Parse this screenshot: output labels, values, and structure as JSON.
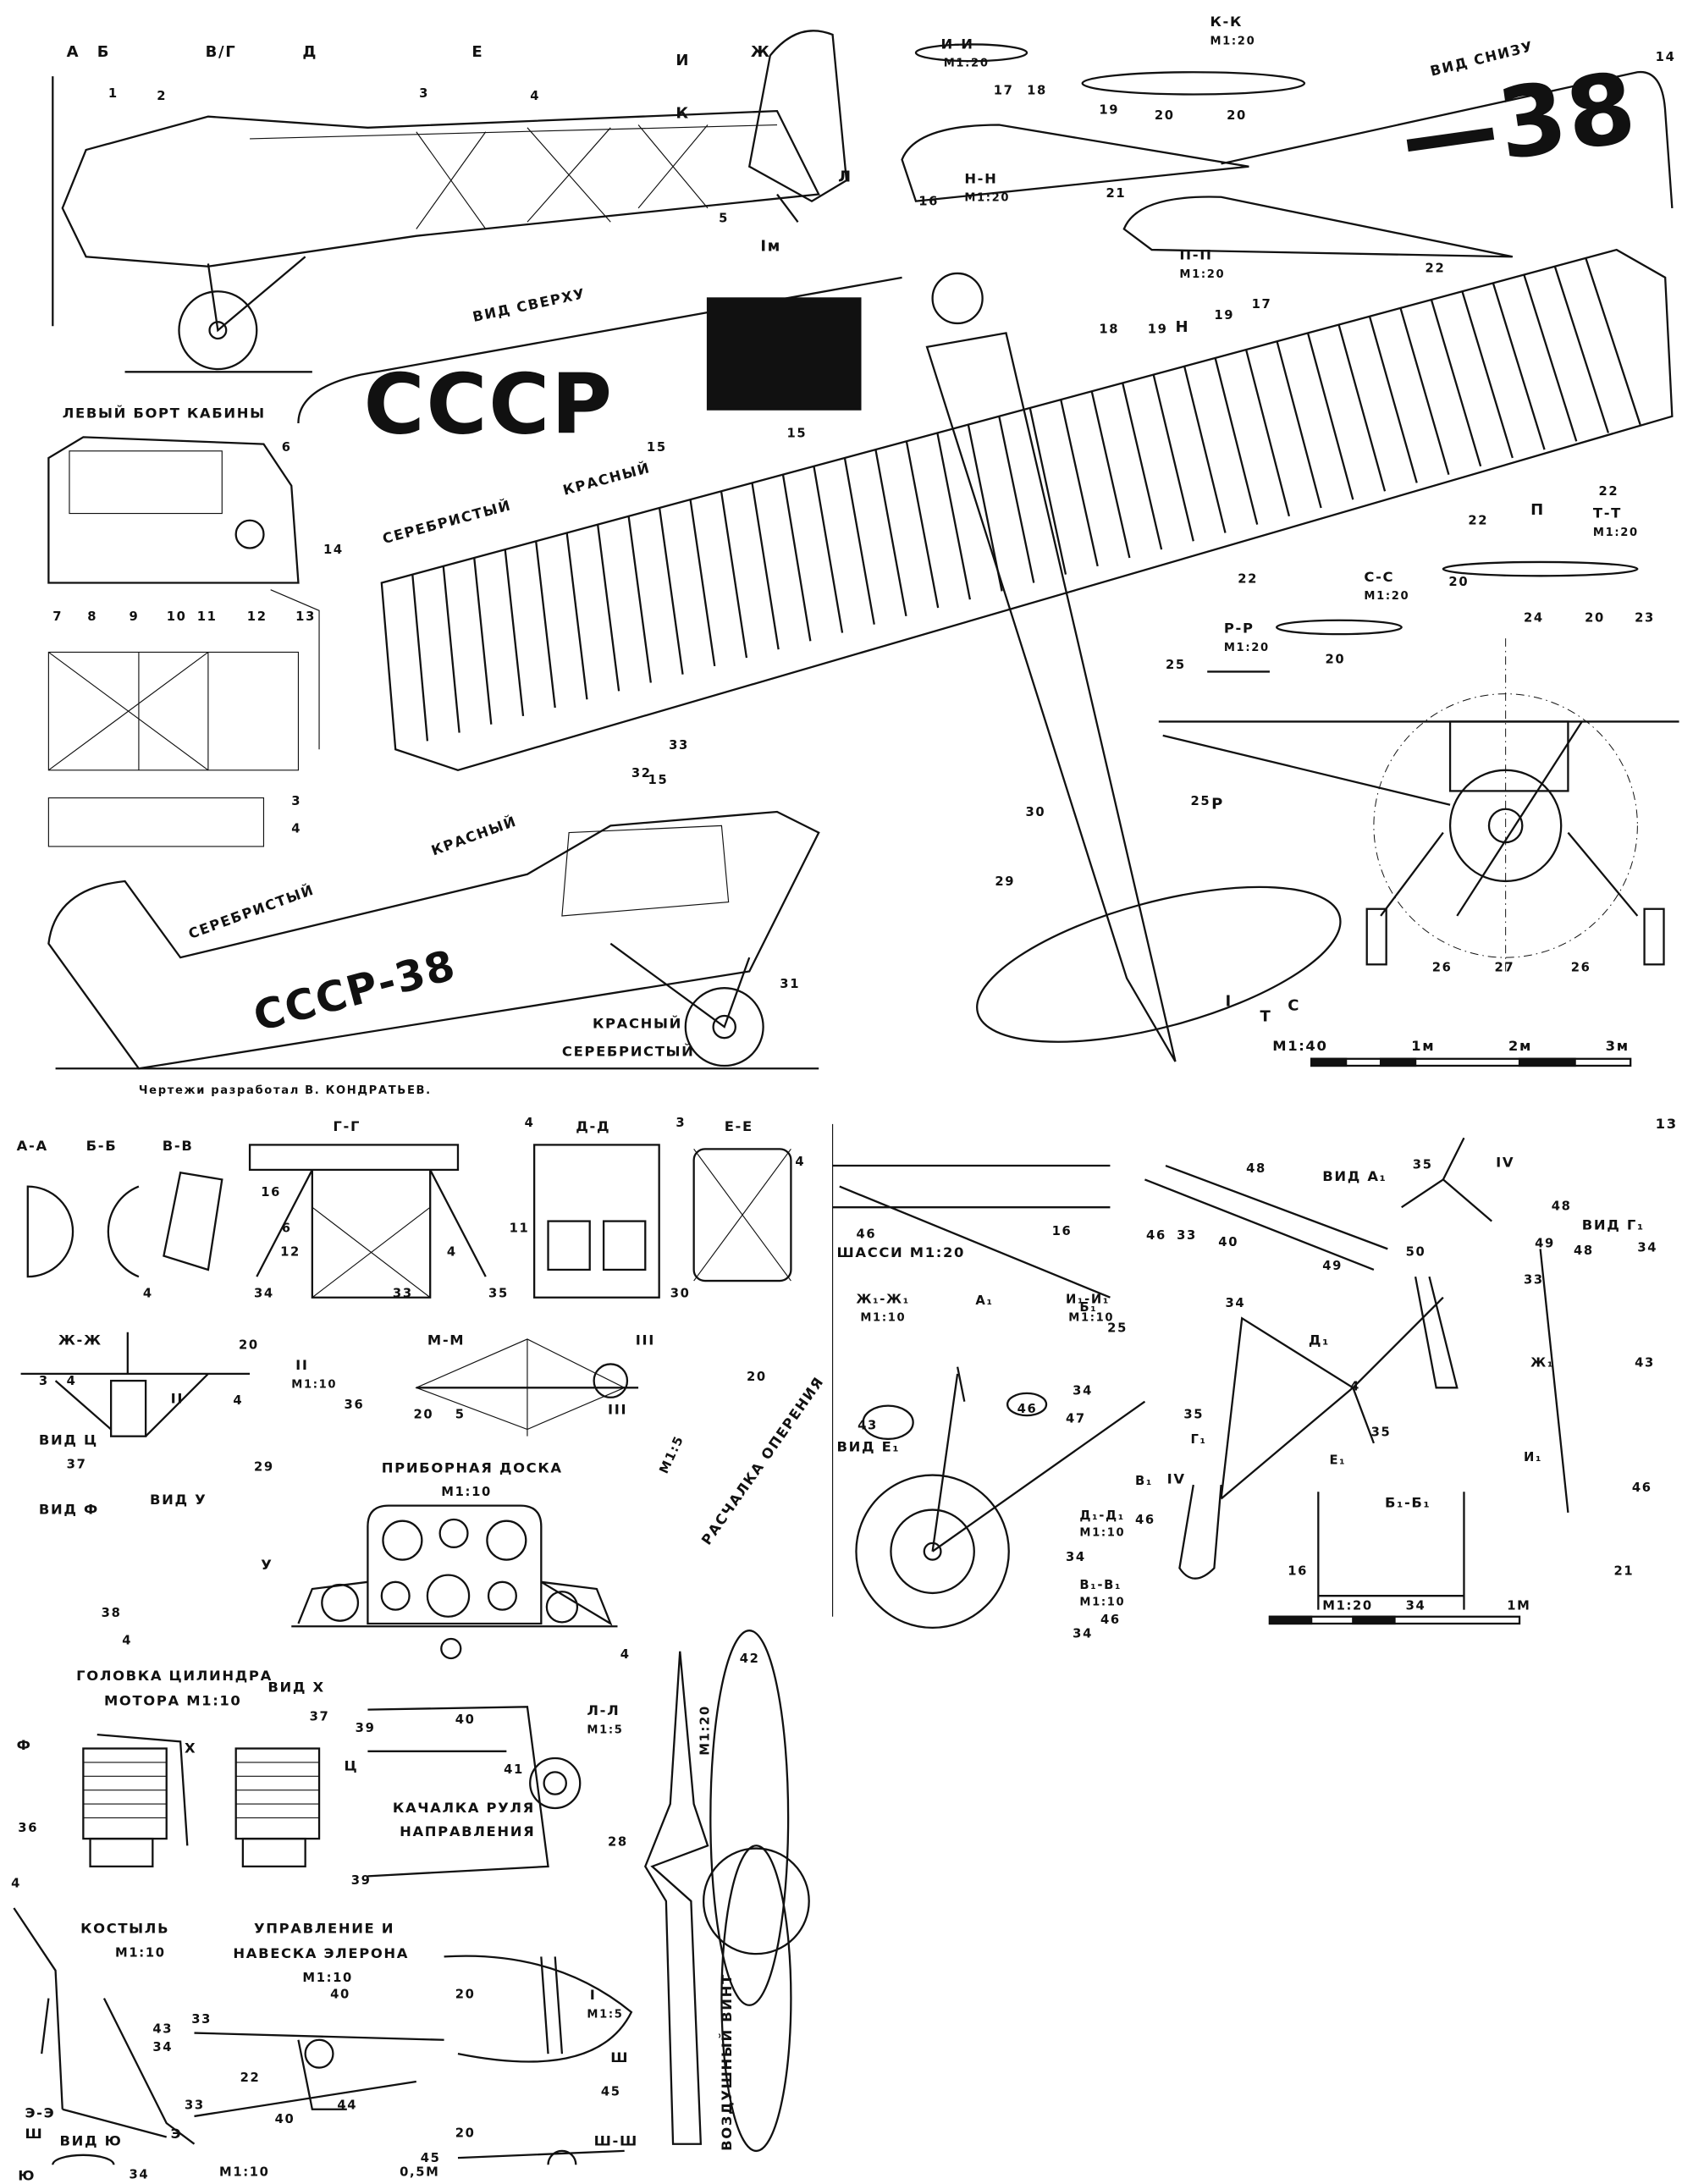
{
  "labels": [
    "А",
    "Б",
    "В/Г",
    "Д",
    "Е",
    "И",
    "Ж",
    "К",
    "Л",
    "1",
    "2",
    "3",
    "4",
    "5",
    "ВИД СВЕРХУ",
    "ЛЕВЫЙ БОРТ КАБИНЫ",
    "6",
    "7",
    "8",
    "9",
    "10",
    "11",
    "12",
    "13",
    "14",
    "3",
    "4",
    "СССР",
    "СЕРЕБРИСТЫЙ",
    "КРАСНЫЙ",
    "15",
    "15",
    "15",
    "33",
    "32",
    "И-И",
    "М1:20",
    "К-К",
    "М1:20",
    "ВИД СНИЗУ",
    "—38",
    "14",
    "17",
    "18",
    "19",
    "20",
    "20",
    "16",
    "Н-Н",
    "М1:20",
    "21",
    "П-П",
    "М1:20",
    "22",
    "Iм",
    "18",
    "19",
    "19",
    "17",
    "Н",
    "22",
    "П",
    "22",
    "22",
    "Т-Т",
    "М1:20",
    "С-С",
    "М1:20",
    "20",
    "24",
    "20",
    "23",
    "Р-Р",
    "М1:20",
    "20",
    "25",
    "25",
    "Р",
    "30",
    "29",
    "26",
    "27",
    "26",
    "I",
    "Т",
    "С",
    "М1:40",
    "1м",
    "2м",
    "3м",
    "СЕРЕБРИСТЫЙ",
    "КРАСНЫЙ",
    "СССР-38",
    "31",
    "КРАСНЫЙ",
    "СЕРЕБРИСТЫЙ",
    "Чертежи разработал В. КОНДРАТЬЕВ.",
    "13",
    "А-А",
    "Б-Б",
    "В-В",
    "Г-Г",
    "Д-Д",
    "Е-Е",
    "16",
    "6",
    "12",
    "4",
    "34",
    "33",
    "35",
    "4",
    "4",
    "11",
    "30",
    "3",
    "4",
    "Ж-Ж",
    "20",
    "3",
    "4",
    "II",
    "II",
    "М1:10",
    "М-М",
    "III",
    "20",
    "5",
    "III",
    "20",
    "4",
    "36",
    "29",
    "ВИД Ц",
    "37",
    "ВИД Ф",
    "ВИД У",
    "ПРИБОРНАЯ ДОСКА",
    "М1:10",
    "М1:5",
    "РАСЧАЛКА ОПЕРЕНИЯ",
    "У",
    "38",
    "4",
    "4",
    "ГОЛОВКА ЦИЛИНДРА",
    "МОТОРА М1:10",
    "ВИД Х",
    "37",
    "Ф",
    "Х",
    "Ц",
    "36",
    "39",
    "40",
    "41",
    "Л-Л",
    "М1:5",
    "КАЧАЛКА РУЛЯ",
    "НАПРАВЛЕНИЯ",
    "39",
    "28",
    "42",
    "М1:20",
    "КОСТЫЛЬ",
    "М1:10",
    "УПРАВЛЕНИЕ И",
    "НАВЕСКА ЭЛЕРОНА",
    "М1:10",
    "4",
    "43",
    "34",
    "33",
    "40",
    "I",
    "М1:5",
    "20",
    "Ш",
    "45",
    "22",
    "33",
    "44",
    "40",
    "Э-Э",
    "Ш",
    "ВИД Ю",
    "Ю",
    "34",
    "Э",
    "М1:10",
    "0,5М",
    "Ш-Ш",
    "20",
    "45",
    "ВОЗДУШНЫЙ ВИНТ",
    "ШАССИ М1:20",
    "46",
    "16",
    "Ж₁-Ж₁",
    "М1:10",
    "43",
    "И₁-И₁",
    "М1:10",
    "46",
    "34",
    "А₁",
    "Б₁",
    "25",
    "48",
    "46",
    "33",
    "40",
    "49",
    "ВИД А₁",
    "35",
    "IV",
    "48",
    "ВИД Г₁",
    "49",
    "48",
    "34",
    "33",
    "50",
    "34",
    "Д₁",
    "4",
    "35",
    "Г₁",
    "ВИД Е₁",
    "47",
    "В₁",
    "IV",
    "Е₁",
    "35",
    "Ж₁",
    "43",
    "И₁",
    "46",
    "Д₁-Д₁",
    "М1:10",
    "46",
    "34",
    "В₁-В₁",
    "М1:10",
    "46",
    "34",
    "Б₁-Б₁",
    "16",
    "34",
    "21",
    "М1:20",
    "1М"
  ],
  "colors": {
    "ink": "#111111",
    "paper": "#ffffff"
  }
}
